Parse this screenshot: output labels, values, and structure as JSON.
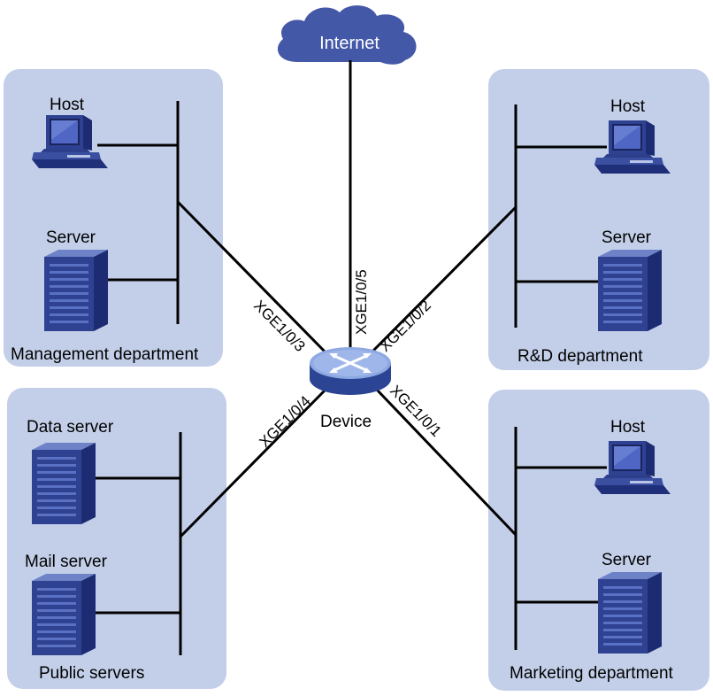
{
  "cloud": {
    "label": "Internet"
  },
  "device": {
    "label": "Device"
  },
  "ports": {
    "internet": "XGE1/0/5",
    "management": "XGE1/0/3",
    "rd": "XGE1/0/2",
    "public": "XGE1/0/4",
    "marketing": "XGE1/0/1"
  },
  "management": {
    "title": "Management department",
    "host_label": "Host",
    "server_label": "Server"
  },
  "rd": {
    "title": "R&D department",
    "host_label": "Host",
    "server_label": "Server"
  },
  "public": {
    "title": "Public servers",
    "data_server_label": "Data server",
    "mail_server_label": "Mail server"
  },
  "marketing": {
    "title": "Marketing department",
    "host_label": "Host",
    "server_label": "Server"
  },
  "colors": {
    "zone_fill": "#c3cfe9",
    "cloud_fill": "#4458a8",
    "device_body": "#3b57ad",
    "device_top": "#8ea8e2",
    "icon_dark": "#1f2f7a",
    "icon_mid": "#3a4f9f",
    "icon_light": "#b8c4e8"
  }
}
